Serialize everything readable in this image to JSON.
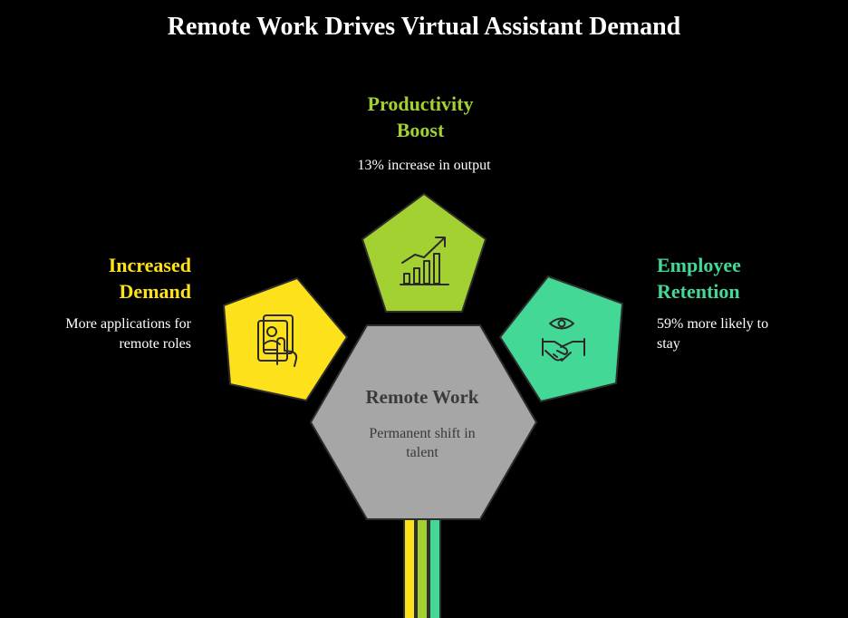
{
  "title": "Remote Work Drives Virtual Assistant Demand",
  "colors": {
    "background": "#000000",
    "yellow": "#fde11b",
    "lime": "#a3d131",
    "green": "#44d896",
    "gray": "#a6a6a6",
    "outline": "#2e2e2e"
  },
  "center": {
    "title": "Remote Work",
    "description_lines": [
      "Permanent shift in",
      "talent"
    ]
  },
  "nodes": [
    {
      "id": "productivity",
      "heading_lines": [
        "Productivity",
        "Boost"
      ],
      "description_lines": [
        "13% increase in output"
      ],
      "icon": "growth-chart-icon",
      "color": "#a3d131"
    },
    {
      "id": "demand",
      "heading_lines": [
        "Increased",
        "Demand"
      ],
      "description_lines": [
        "More applications for",
        "remote roles"
      ],
      "icon": "application-profile-icon",
      "color": "#fde11b"
    },
    {
      "id": "retention",
      "heading_lines": [
        "Employee",
        "Retention"
      ],
      "description_lines": [
        "59% more likely to",
        "stay"
      ],
      "icon": "handshake-eye-icon",
      "color": "#44d896"
    }
  ]
}
